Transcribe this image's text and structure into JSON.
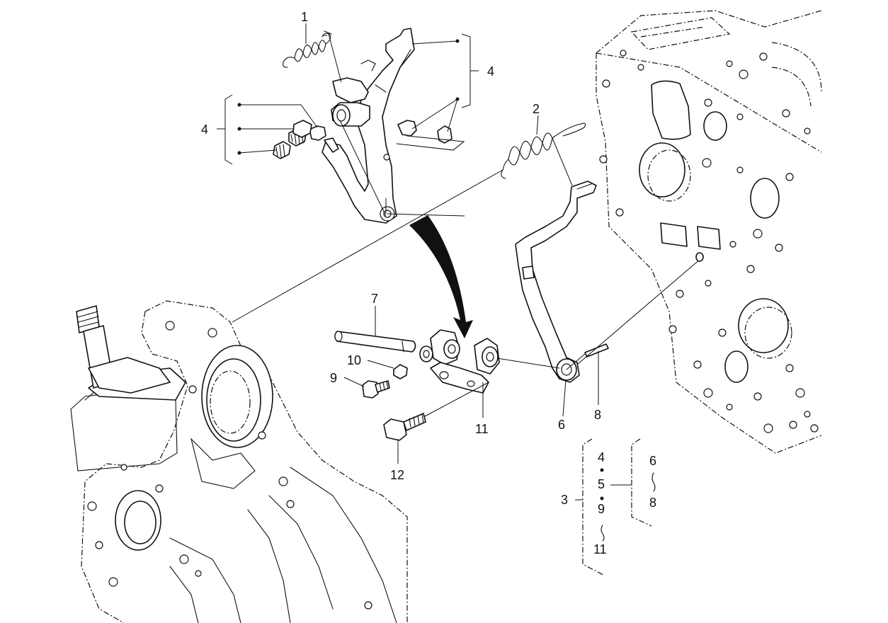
{
  "callouts": {
    "c1": "1",
    "c2": "2",
    "c4_top": "4",
    "c4_left": "4",
    "c6": "6",
    "c7": "7",
    "c8": "8",
    "c9": "9",
    "c10": "10",
    "c11": "11",
    "c12": "12"
  },
  "legend": {
    "group_label": "3",
    "items": [
      "4",
      "5",
      "9",
      "11"
    ],
    "sub_items": [
      "6",
      "8"
    ]
  },
  "colors": {
    "line": "#111111",
    "paper": "#ffffff"
  }
}
